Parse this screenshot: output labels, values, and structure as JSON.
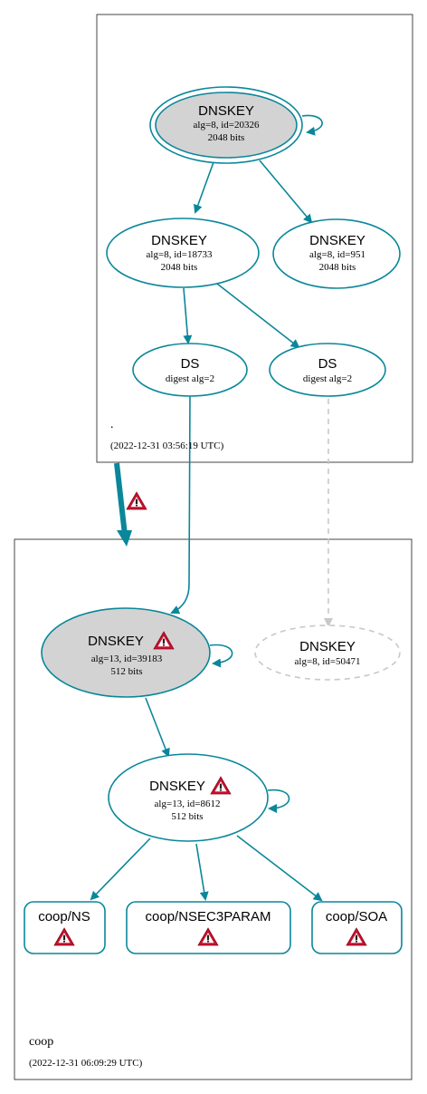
{
  "colors": {
    "edge": "#0a879a",
    "border": "#444444",
    "ksk_fill": "#d3d3d3",
    "dashed": "#c8c8c8",
    "warn_red": "#c8102e"
  },
  "zones": [
    {
      "name": ".",
      "timestamp": "(2022-12-31 03:56:19 UTC)",
      "nodes": [
        {
          "type": "DNSKEY",
          "detail": "alg=8, id=20326",
          "bits": "2048 bits",
          "role": "trust-anchor KSK",
          "self_signed": true
        },
        {
          "type": "DNSKEY",
          "detail": "alg=8, id=18733",
          "bits": "2048 bits"
        },
        {
          "type": "DNSKEY",
          "detail": "alg=8, id=951",
          "bits": "2048 bits"
        },
        {
          "type": "DS",
          "detail": "digest alg=2"
        },
        {
          "type": "DS",
          "detail": "digest alg=2"
        }
      ]
    },
    {
      "name": "coop",
      "timestamp": "(2022-12-31 06:09:29 UTC)",
      "nodes": [
        {
          "type": "DNSKEY",
          "detail": "alg=13, id=39183",
          "bits": "512 bits",
          "role": "KSK",
          "warning": true,
          "self_signed": true
        },
        {
          "type": "DNSKEY",
          "detail": "alg=8, id=50471",
          "status": "missing (dashed)"
        },
        {
          "type": "DNSKEY",
          "detail": "alg=13, id=8612",
          "bits": "512 bits",
          "warning": true,
          "self_signed": true
        }
      ],
      "rrsets": [
        {
          "label": "coop/NS",
          "warning": true
        },
        {
          "label": "coop/NSEC3PARAM",
          "warning": true
        },
        {
          "label": "coop/SOA",
          "warning": true
        }
      ]
    }
  ],
  "delegation": {
    "warning": true
  }
}
